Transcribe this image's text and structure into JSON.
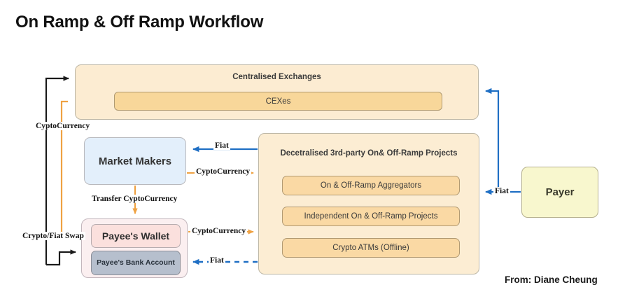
{
  "page": {
    "title": "On Ramp & Off Ramp Workflow",
    "credit": "From:  Diane Cheung",
    "background": "#ffffff"
  },
  "nodes": {
    "centralised_exchanges": {
      "title": "Centralised Exchanges",
      "item": "CEXes",
      "fill": "#fcecd2",
      "item_fill": "#f8d79a"
    },
    "market_makers": {
      "label": "Market Makers",
      "fill": "#e3effb"
    },
    "payee_group": {
      "wallet_label": "Payee's Wallet",
      "bank_label": "Payee's Bank Account",
      "fill": "#fbeff0",
      "wallet_fill": "#fbe0dd",
      "bank_fill": "#b6bfcd"
    },
    "decentralised": {
      "title": "Decetralised 3rd-party On& Off-Ramp Projects",
      "items": [
        "On & Off-Ramp Aggregators",
        "Independent On & Off-Ramp Projects",
        "Crypto ATMs (Offline)"
      ],
      "fill": "#fcedd3",
      "item_fill": "#fad9a4"
    },
    "payer": {
      "label": "Payer",
      "fill": "#f8f7ce"
    }
  },
  "edges": {
    "crypto_currency_left": "CyptoCurrency",
    "crypto_fiat_swap": "Crypto/Fiat Swap",
    "transfer_crypto": "Transfer CyptoCurrency",
    "fiat_to_market_makers": "Fiat",
    "crypto_from_market_makers": "CyptoCurrency",
    "crypto_from_wallet": "CyptoCurrency",
    "fiat_to_bank": "Fiat",
    "fiat_from_payer": "Fiat"
  },
  "colors": {
    "arrow_black": "#1a1a1a",
    "arrow_orange": "#efa243",
    "arrow_blue": "#1f6fc4"
  }
}
